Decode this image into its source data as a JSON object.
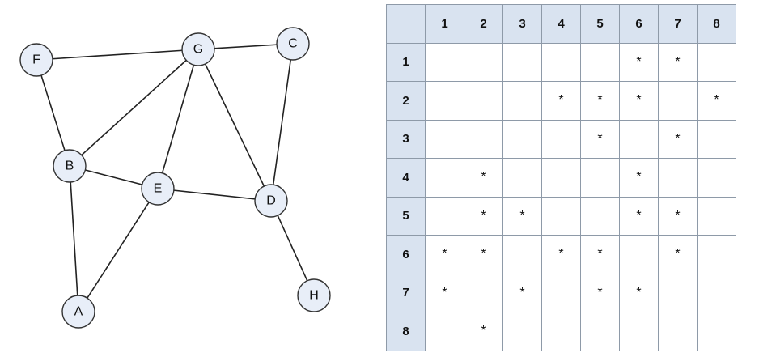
{
  "colors": {
    "node_fill": "#e8eef8",
    "node_stroke": "#333333",
    "edge_stroke": "#222222",
    "header_fill": "#d9e3f0",
    "grid_line": "#8e9aa8"
  },
  "graph": {
    "nodes": [
      "F",
      "G",
      "C",
      "B",
      "E",
      "D",
      "A",
      "H"
    ],
    "edges": [
      [
        "F",
        "G"
      ],
      [
        "G",
        "C"
      ],
      [
        "F",
        "B"
      ],
      [
        "G",
        "B"
      ],
      [
        "G",
        "E"
      ],
      [
        "G",
        "D"
      ],
      [
        "C",
        "D"
      ],
      [
        "B",
        "E"
      ],
      [
        "E",
        "D"
      ],
      [
        "B",
        "A"
      ],
      [
        "E",
        "A"
      ],
      [
        "D",
        "H"
      ]
    ]
  },
  "matrix": {
    "corner": "",
    "col_headers": [
      "1",
      "2",
      "3",
      "4",
      "5",
      "6",
      "7",
      "8"
    ],
    "row_headers": [
      "1",
      "2",
      "3",
      "4",
      "5",
      "6",
      "7",
      "8"
    ],
    "mark": "*",
    "rows": [
      [
        "",
        "",
        "",
        "",
        "",
        "*",
        "*",
        ""
      ],
      [
        "",
        "",
        "",
        "*",
        "*",
        "*",
        "",
        "*"
      ],
      [
        "",
        "",
        "",
        "",
        "*",
        "",
        "*",
        ""
      ],
      [
        "",
        "*",
        "",
        "",
        "",
        "*",
        "",
        ""
      ],
      [
        "",
        "*",
        "*",
        "",
        "",
        "*",
        "*",
        ""
      ],
      [
        "*",
        "*",
        "",
        "*",
        "*",
        "",
        "*",
        ""
      ],
      [
        "*",
        "",
        "*",
        "",
        "*",
        "*",
        "",
        ""
      ],
      [
        "",
        "*",
        "",
        "",
        "",
        "",
        "",
        ""
      ]
    ]
  }
}
